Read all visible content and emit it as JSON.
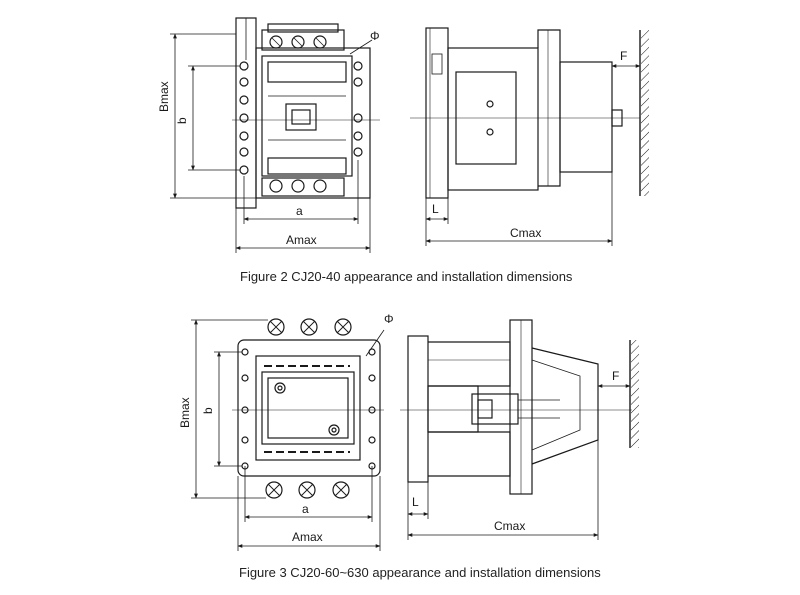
{
  "figure2": {
    "caption": "Figure 2 CJ20-40 appearance and installation dimensions",
    "front_view": {
      "height_max_label": "Bmax",
      "mount_height_label": "b",
      "mount_width_label": "a",
      "width_max_label": "Amax",
      "hole_label": "Φ"
    },
    "side_view": {
      "depth_max_label": "Cmax",
      "offset_label": "L",
      "rail_label": "F"
    }
  },
  "figure3": {
    "caption": "Figure 3 CJ20-60~630 appearance and installation dimensions",
    "front_view": {
      "height_max_label": "Bmax",
      "mount_height_label": "b",
      "mount_width_label": "a",
      "width_max_label": "Amax",
      "hole_label": "Φ"
    },
    "side_view": {
      "depth_max_label": "Cmax",
      "offset_label": "L",
      "rail_label": "F"
    }
  },
  "colors": {
    "line": "#1a1a1a",
    "background": "#ffffff"
  }
}
